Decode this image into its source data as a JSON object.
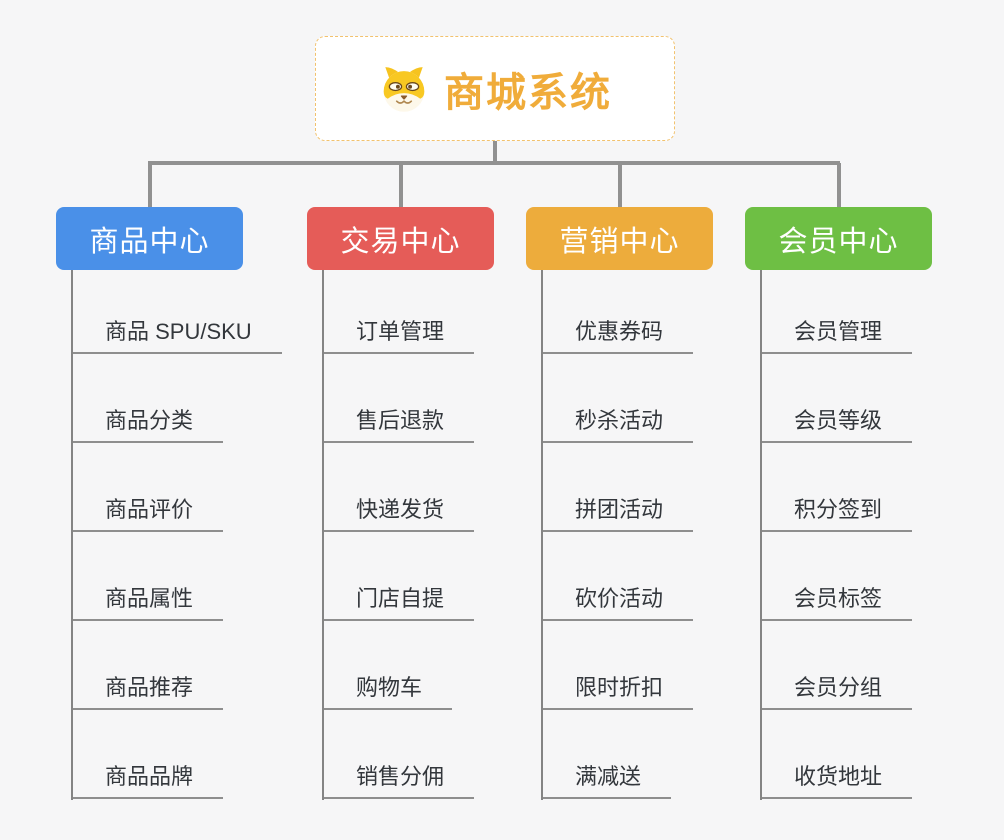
{
  "root": {
    "title": "商城系统",
    "icon": "shiba-dog-icon"
  },
  "branches": [
    {
      "label": "商品中心",
      "color": "#4a90e8",
      "items": [
        "商品 SPU/SKU",
        "商品分类",
        "商品评价",
        "商品属性",
        "商品推荐",
        "商品品牌"
      ]
    },
    {
      "label": "交易中心",
      "color": "#e55c58",
      "items": [
        "订单管理",
        "售后退款",
        "快递发货",
        "门店自提",
        "购物车",
        "销售分佣"
      ]
    },
    {
      "label": "营销中心",
      "color": "#edac3c",
      "items": [
        "优惠券码",
        "秒杀活动",
        "拼团活动",
        "砍价活动",
        "限时折扣",
        "满减送"
      ]
    },
    {
      "label": "会员中心",
      "color": "#6ebf44",
      "items": [
        "会员管理",
        "会员等级",
        "积分签到",
        "会员标签",
        "会员分组",
        "收货地址"
      ]
    }
  ],
  "colors": {
    "background": "#f6f6f7",
    "connector": "#919191",
    "leaf_line": "#8e8e8e",
    "root_border": "#f2c26e",
    "root_title": "#f0ac3a"
  }
}
